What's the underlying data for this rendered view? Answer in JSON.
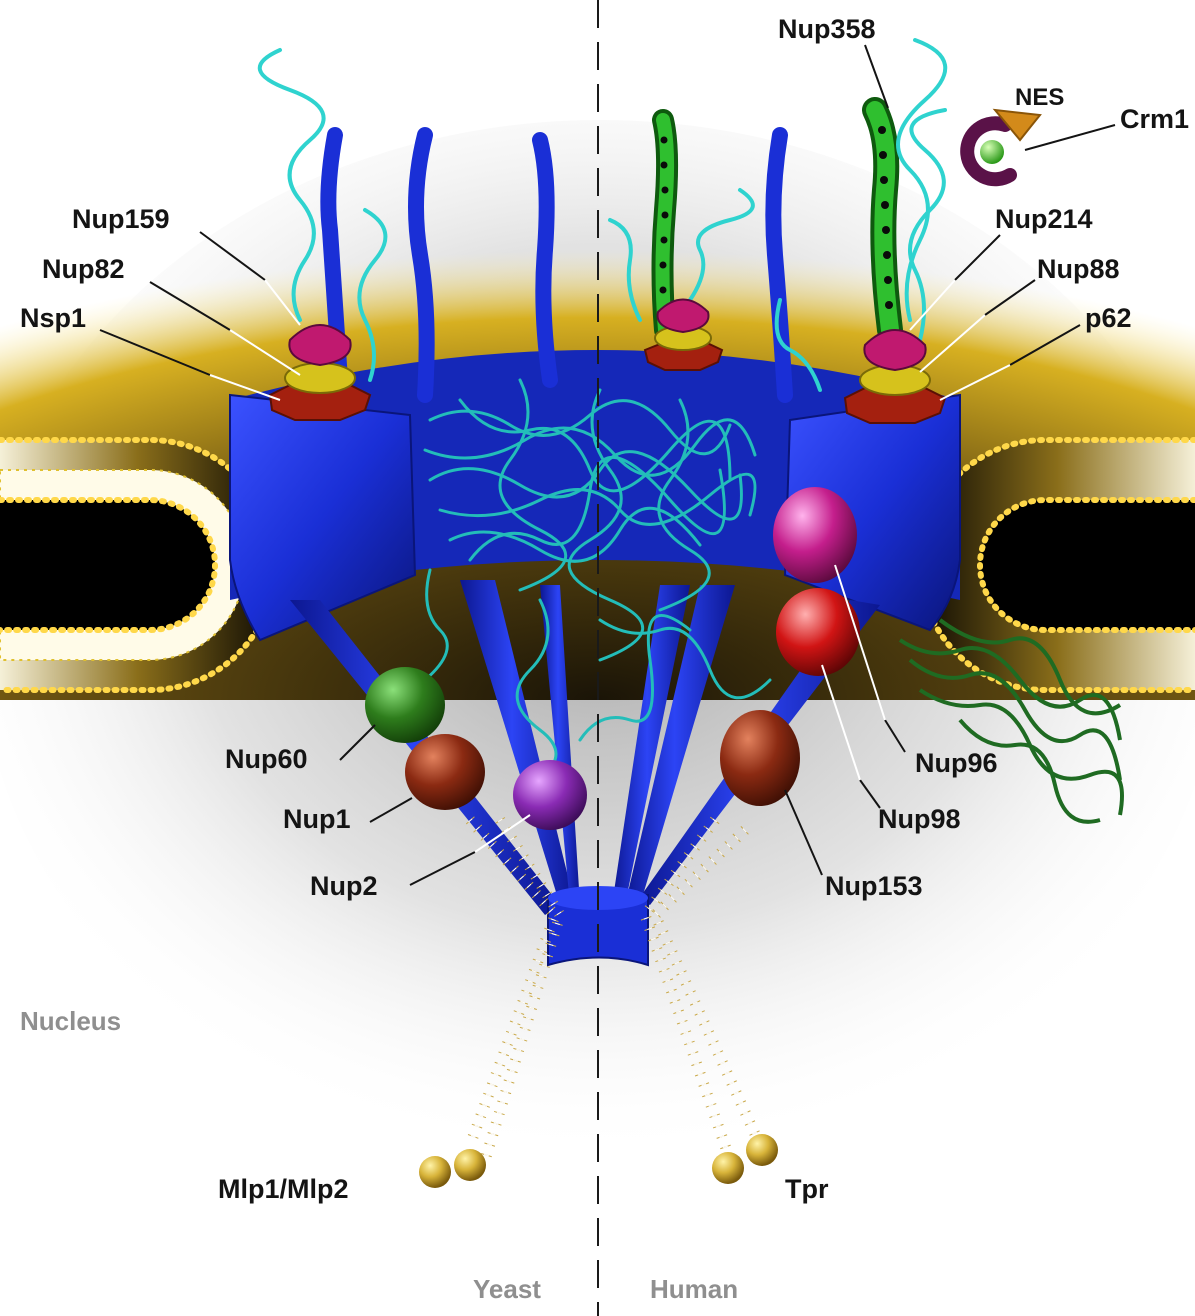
{
  "labels": {
    "cytoplasm_left": [
      "Nup159",
      "Nup82",
      "Nsp1"
    ],
    "cytoplasm_right": [
      "Nup358",
      "NES",
      "Crm1",
      "Nup214",
      "Nup88",
      "p62"
    ],
    "nuclear_left": [
      "Nup60",
      "Nup1",
      "Nup2"
    ],
    "nuclear_right": [
      "Nup96",
      "Nup98",
      "Nup153"
    ],
    "basket_left": "Mlp1/Mlp2",
    "basket_right": "Tpr"
  },
  "regions": {
    "nucleus": "Nucleus",
    "yeast": "Yeast",
    "human": "Human"
  },
  "colors": {
    "scaffold_blue": "#1a2fd6",
    "envelope_gold": "#c9a31c",
    "fg_repeat_cyan": "#2fd3cf",
    "nup159_magenta": "#c0196f",
    "nup82_yellow": "#d6c21c",
    "nsp1_red": "#a4200f",
    "nup358_green": "#1d9a1d",
    "nup60_green": "#2e7d1c",
    "nup1_brown": "#8b2a12",
    "nup2_purple": "#8a2bb4",
    "nup96_magenta": "#c41e8c",
    "nup98_red": "#d11414",
    "nup153_brown": "#9c2e12",
    "crm1_purple": "#5a1248",
    "nes_orange": "#d38a1a"
  }
}
